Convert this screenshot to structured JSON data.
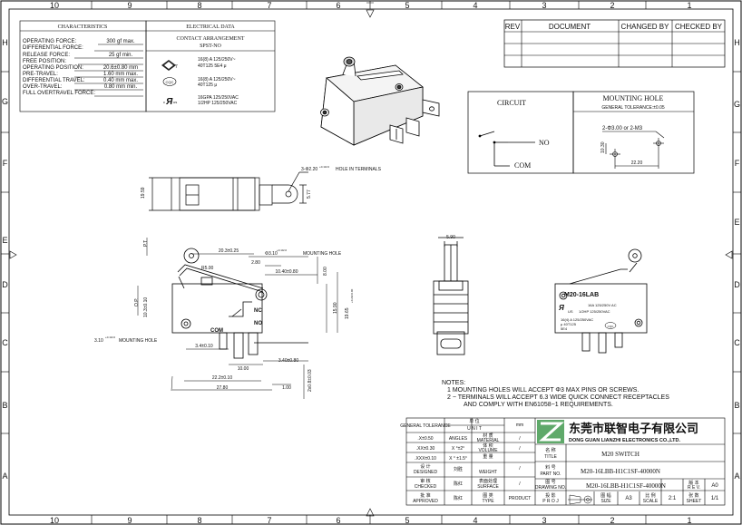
{
  "zones": {
    "columns": [
      "10",
      "9",
      "8",
      "7",
      "6",
      "5",
      "4",
      "3",
      "2",
      "1"
    ],
    "rows": [
      "H",
      "G",
      "F",
      "E",
      "D",
      "C",
      "B",
      "A"
    ]
  },
  "characteristics": {
    "title": "CHARACTERISTICS",
    "rows": [
      {
        "label": "OPERATING FORCE:",
        "value": "300 gf max."
      },
      {
        "label": "DIFFERENTIAL FORCE:",
        "value": ""
      },
      {
        "label": "RELEASE FORCE:",
        "value": "25 gf min."
      },
      {
        "label": "FREE POSITION:",
        "value": ""
      },
      {
        "label": "OPERATING POSITION:",
        "value": "20.6±0.80 mm"
      },
      {
        "label": "PRE-TRAVEL:",
        "value": "1.60 mm max."
      },
      {
        "label": "DIFFERENTIAL TRAVEL:",
        "value": "0.40 mm max."
      },
      {
        "label": "OVER-TRAVEL:",
        "value": "0.80 mm min."
      },
      {
        "label": "FULL OVERTRAVEL FORCE:",
        "value": ""
      }
    ]
  },
  "electrical": {
    "title": "ELECTRICAL DATA",
    "arrangement": "CONTACT ARRANGEMENT",
    "arrangement_value": "SPST-NO",
    "ratings": [
      {
        "mark": "ENEC",
        "l1": "16(8) A 125/250V~",
        "l2": "40T125 5E4 μ"
      },
      {
        "mark": "CQC",
        "l1": "16(8) A 125/250V~",
        "l2": "40T125 μ"
      },
      {
        "mark": "UL",
        "l1": "16GPA 125/250VAC",
        "l2": "1/2HP 125/250VAC"
      }
    ]
  },
  "revision": {
    "rev": "REV",
    "document": "DOCUMENT",
    "changed_by": "CHANGED BY",
    "checked_by": "CHECKED BY"
  },
  "circuit": {
    "title": "CIRCUIT",
    "no": "NO",
    "com": "COM"
  },
  "mounting_hole": {
    "title": "MOUNTING HOLE",
    "tolerance": "GENERAL TOLERANCE:±0.05",
    "holes": "2-Φ3.00 or 2-M3",
    "dim_v": "10.30",
    "dim_h": "22.20"
  },
  "dimensions": {
    "d_3holes": "3-Φ2.20",
    "d_3holes_tol": "+0.10/-0",
    "d_3holes_txt": "HOLE IN TERMINALS",
    "d_1959": "19.59",
    "d_577": "5.77",
    "d_pt": "P.T",
    "d_203": "20.3±0.25",
    "d_r50": "R5.00",
    "d_mh_top": "Φ3.10",
    "d_mh_top_tol": "+0.10/-0",
    "d_mh_top_txt": "MOUNTING HOLE",
    "d_280": "2.80",
    "d_1040": "10.40±0.80",
    "d_800": "8.00",
    "d_1590": "15.90",
    "d_1965": "19.65",
    "d_1965_tol": "+0.20/-0.00",
    "d_op": "O.P.",
    "d_103": "10.3±0.10",
    "d_mh_left": "3.10",
    "d_mh_left_tol": "+0.10/-0",
    "d_mh_left_txt": "MOUNTING HOLE",
    "d_com": "COM",
    "d_nc": "NC",
    "d_no": "NO",
    "d_34a": "3.4±0.10",
    "d_1000": "10.00",
    "d_34b": "3.40±0.80",
    "d_222": "22.2±0.10",
    "d_2780": "27.80",
    "d_100": "1.00",
    "d_2x08": "2x0.8±0.03",
    "d_590": "5.90"
  },
  "product_label": {
    "model": "M20-16LAB",
    "l1": "16A 125/250V AC",
    "l2": "1/2HP 125/250VAC",
    "l3": "16(4) A 125/250VAC",
    "l4": "μ 40T125",
    "l5": "5E4",
    "us": "US",
    "cqc": "CQC"
  },
  "notes": {
    "title": "NOTES:",
    "n1": "1   MOUNTING HOLES WILL ACCEPT Φ3 MAX PINS OR SCREWS.",
    "n2a": "2 − TERMINALS WILL ACCEPT 6.3 WIDE QUICK CONNECT RECEPTACLES",
    "n2b": "AND COMPLY WITH EN61058−1 REQUIREMENTS."
  },
  "title_block": {
    "general_tolerance": "GENERAL TOLERANCE",
    "unit_cn": "单 位",
    "unit": "U N I T",
    "unit_value": "mm",
    "angles": "ANGLES",
    "tol_rows": [
      {
        "a": ".X±0.50",
        "b": "X °±3°"
      },
      {
        "a": ".XX±0.30",
        "b": "X °±2°"
      },
      {
        "a": ".XXX±0.10",
        "b": "X ° ±1.5°"
      }
    ],
    "material_cn": "材 质",
    "material": "MATERIAL",
    "material_value": "/",
    "volume_cn": "体 积",
    "volume": "VOLUME",
    "volume_value": "/",
    "weight_cn": "重 量",
    "weight": "WEIGHT",
    "weight_value": "/",
    "surface_cn": "表面处理",
    "surface": "SURFACE",
    "surface_value": "/",
    "type_cn": "图 类",
    "type": "TYPE",
    "type_value": "PRODUCT",
    "designed_cn": "设 计",
    "designed": "DESIGNED",
    "designed_by": "刘胜",
    "checked_cn": "审 核",
    "checked": "CHECKED",
    "checked_by": "陈红",
    "approved_cn": "批 准",
    "approved": "APPROVED",
    "approved_by": "陈红",
    "company_cn": "东莞市联智电子有限公司",
    "company_en": "DONG GUAN LIANZHI ELECTRONICS CO.,LTD.",
    "title_cn": "名 称",
    "title_en": "TITLE",
    "title_value": "M20 SWITCH",
    "partno_cn": "料 号",
    "partno_en": "PART NO.",
    "partno_value": "M20-16LBB-H1C1SF-40000N",
    "drawing_cn": "图 号",
    "drawing_en": "DRAWING NO.",
    "drawing_value": "M20-16LBB-H1C1SF-40000N",
    "proj_cn": "投 影",
    "proj_en": "P R O J",
    "size_cn": "图 幅",
    "size_en": "SIZE",
    "size_value": "A3",
    "scale_cn": "比 例",
    "scale_en": "SCALE",
    "scale_value": "2:1",
    "rev_cn": "版 本",
    "rev_en": "R E V.",
    "rev_value": "A0",
    "sheet_cn": "张 数",
    "sheet_en": "SHEET",
    "sheet_value": "1/1"
  }
}
